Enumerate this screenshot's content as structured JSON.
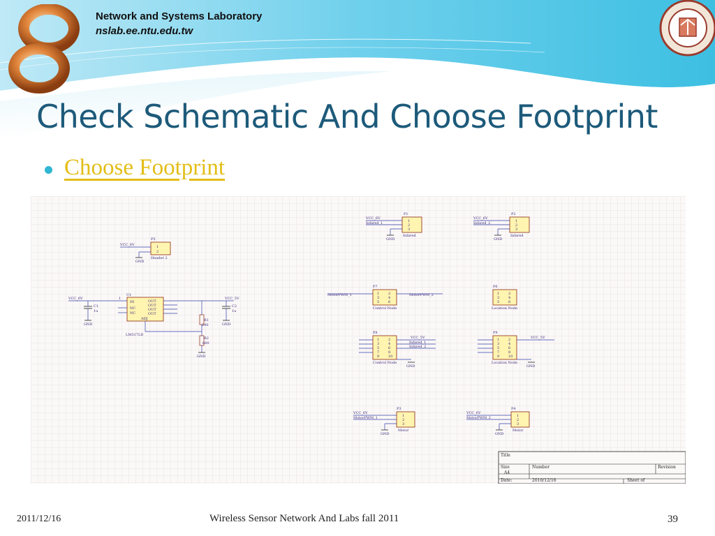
{
  "header": {
    "lab_name": "Network and Systems Laboratory",
    "lab_url": "nslab.ee.ntu.edu.tw",
    "logo_icon": "orange-infinity-logo-icon",
    "seal_icon": "ntu-seal-icon"
  },
  "slide": {
    "title": "Check Schematic And Choose Footprint",
    "bullet": "Choose Footprint"
  },
  "schematic": {
    "power_nets": [
      "VCC_6V",
      "VCC_5V",
      "GND"
    ],
    "u1": {
      "ref": "U1",
      "part": "LM317LD",
      "pins_in": [
        "IN",
        "NC",
        "NC"
      ],
      "pins_out": [
        "OUT",
        "OUT",
        "OUT",
        "OUT"
      ],
      "adj": "ADJ"
    },
    "c1": {
      "ref": "C1",
      "value": "1u"
    },
    "c2": {
      "ref": "C2",
      "value": "1u"
    },
    "r1": {
      "ref": "R1",
      "value": "240"
    },
    "r2": {
      "ref": "R2",
      "value": "680"
    },
    "connectors": [
      {
        "ref": "P5",
        "name": "Header 2",
        "nets": [
          "VCC_6V"
        ]
      },
      {
        "ref": "P1",
        "name": "Infared",
        "nets": [
          "VCC_6V",
          "Infared_1"
        ]
      },
      {
        "ref": "P2",
        "name": "Infared",
        "nets": [
          "VCC_6V",
          "Infared_2"
        ]
      },
      {
        "ref": "P7",
        "name": "Control Node",
        "nets": [
          "MotorPWM_1",
          "MotorPWM_2"
        ]
      },
      {
        "ref": "P6",
        "name": "Location Node",
        "nets": []
      },
      {
        "ref": "P8",
        "name": "Control Node",
        "nets": [
          "VCC_5V",
          "Infared_1",
          "Infared_2"
        ]
      },
      {
        "ref": "P9",
        "name": "Location Node",
        "nets": [
          "VCC_5V"
        ]
      },
      {
        "ref": "P3",
        "name": "Motor",
        "nets": [
          "VCC_6V",
          "MotorPWM_1"
        ]
      },
      {
        "ref": "P4",
        "name": "Motor",
        "nets": [
          "VCC_6V",
          "MotorPWM_2"
        ]
      }
    ],
    "title_block": {
      "title": "Title",
      "size_label": "Size",
      "size": "A4",
      "number_label": "Number",
      "revision_label": "Revision",
      "date_label": "Date:",
      "date": "2010/12/16",
      "sheet_label": "Sheet   of"
    }
  },
  "footer": {
    "date": "2011/12/16",
    "course": "Wireless Sensor Network And Labs fall 2011",
    "page": "39"
  },
  "colors": {
    "title": "#1d5a7a",
    "bullet_text": "#e3bd16",
    "bullet_dot": "#2fb6d2",
    "header_wave": "#5cc8e6",
    "grid": "#e8dede",
    "component_fill": "#fff4b0"
  }
}
